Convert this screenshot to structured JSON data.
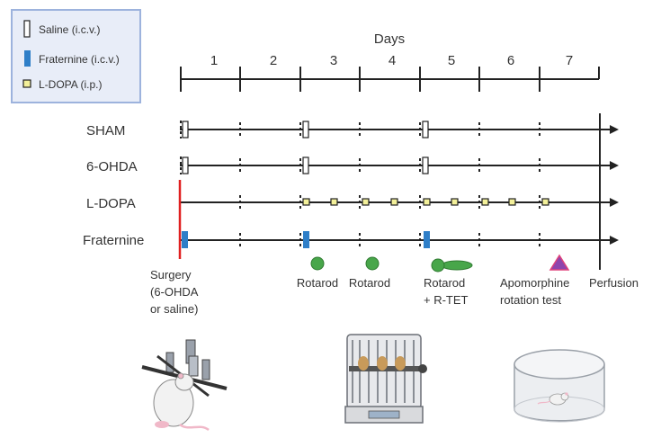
{
  "legend": {
    "items": [
      {
        "label": "Saline (i.c.v.)",
        "symbol": "saline-marker-icon"
      },
      {
        "label": "Fraternine (i.c.v.)",
        "symbol": "fraternine-marker-icon"
      },
      {
        "label": "L-DOPA (i.p.)",
        "symbol": "ldopa-marker-icon"
      }
    ],
    "border_color": "#9db3dd",
    "fill_color": "#e8edf8"
  },
  "days": {
    "title": "Days",
    "labels": [
      "1",
      "2",
      "3",
      "4",
      "5",
      "6",
      "7"
    ]
  },
  "rows": [
    {
      "label": "SHAM"
    },
    {
      "label": "6-OHDA"
    },
    {
      "label": "L-DOPA"
    },
    {
      "label": "Fraternine"
    }
  ],
  "events": {
    "surgery": "Surgery\n(6-OHDA\nor saline)",
    "rotarod1": "Rotarod",
    "rotarod2": "Rotarod",
    "rotarod_rtet": "Rotarod\n+ R-TET",
    "apomorphine": "Apomorphine\nrotation test",
    "perfusion": "Perfusion"
  },
  "colors": {
    "fraternine": "#2f7fc8",
    "ldopa": "#f3f09a",
    "rotarod": "#48a64a",
    "apomorphine": "#8e44ad",
    "surgery_line": "#e02020"
  },
  "illustrations": {
    "left": "stereotaxic-rat-icon",
    "center": "rotarod-apparatus-icon",
    "right": "rotation-bowl-icon"
  }
}
